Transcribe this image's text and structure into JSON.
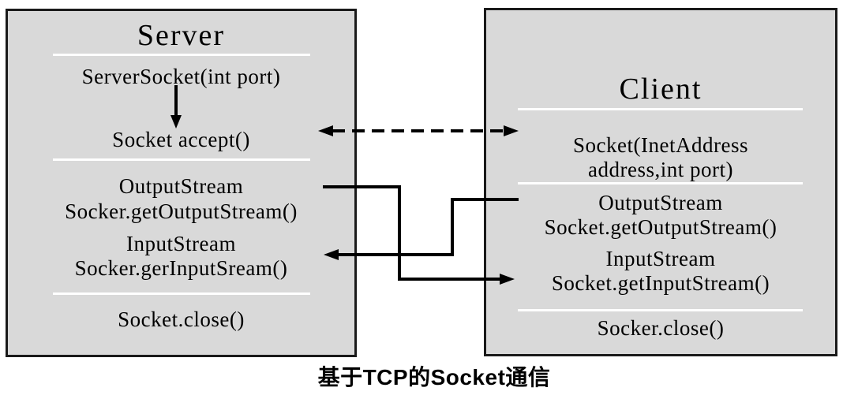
{
  "caption": "基于TCP的Socket通信",
  "server": {
    "title": "Server",
    "lines": {
      "constructor": "ServerSocket(int port)",
      "accept": "Socket accept()",
      "output_stream_label": "OutputStream",
      "output_stream_call": "Socker.getOutputStream()",
      "input_stream_label": "InputStream",
      "input_stream_call": "Socker.gerInputSream()",
      "close": "Socket.close()"
    }
  },
  "client": {
    "title": "Client",
    "lines": {
      "constructor_line1": "Socket(InetAddress",
      "constructor_line2": "address,int port)",
      "output_stream_label": "OutputStream",
      "output_stream_call": "Socket.getOutputStream()",
      "input_stream_label": "InputStream",
      "input_stream_call": "Socket.getInputStream()",
      "close": "Socker.close()"
    }
  },
  "colors": {
    "box_fill": "#d9d9d9",
    "box_border": "#1a1a1a",
    "separator_line": "#ffffff",
    "arrow": "#000000",
    "text": "#000000",
    "background": "#ffffff"
  }
}
